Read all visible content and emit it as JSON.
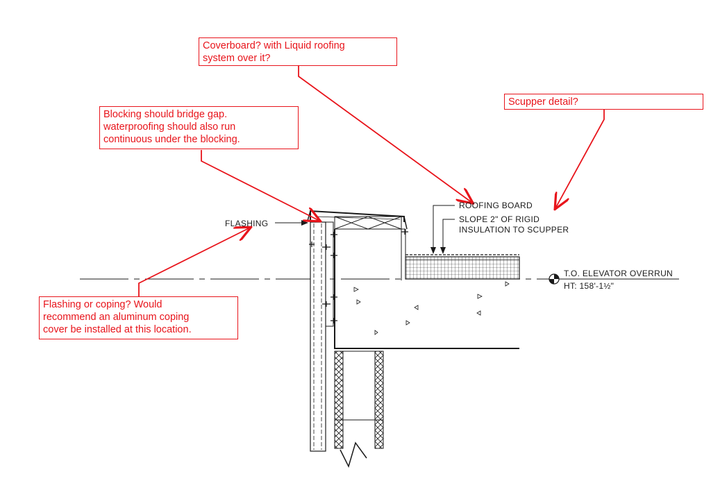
{
  "colors": {
    "markup": "#e8141b",
    "linework": "#1a1a1a",
    "background": "#ffffff"
  },
  "callouts": {
    "coverboard": [
      "Coverboard? with Liquid roofing",
      "system over it?"
    ],
    "scupper": [
      "Scupper detail?"
    ],
    "blocking": [
      "Blocking should bridge gap.",
      "waterproofing should also run",
      "continuous under the blocking."
    ],
    "flashing": [
      "Flashing or coping? Would",
      "recommend an aluminum coping",
      "cover be installed at this location."
    ]
  },
  "labels": {
    "flashing": "FLASHING",
    "roofing_board": "ROOFING BOARD",
    "slope_line1": "SLOPE 2\" OF RIGID",
    "slope_line2": "INSULATION TO SCUPPER",
    "elevation_title": "T.O. ELEVATOR OVERRUN",
    "elevation_value": "HT: 158'-1½\""
  }
}
